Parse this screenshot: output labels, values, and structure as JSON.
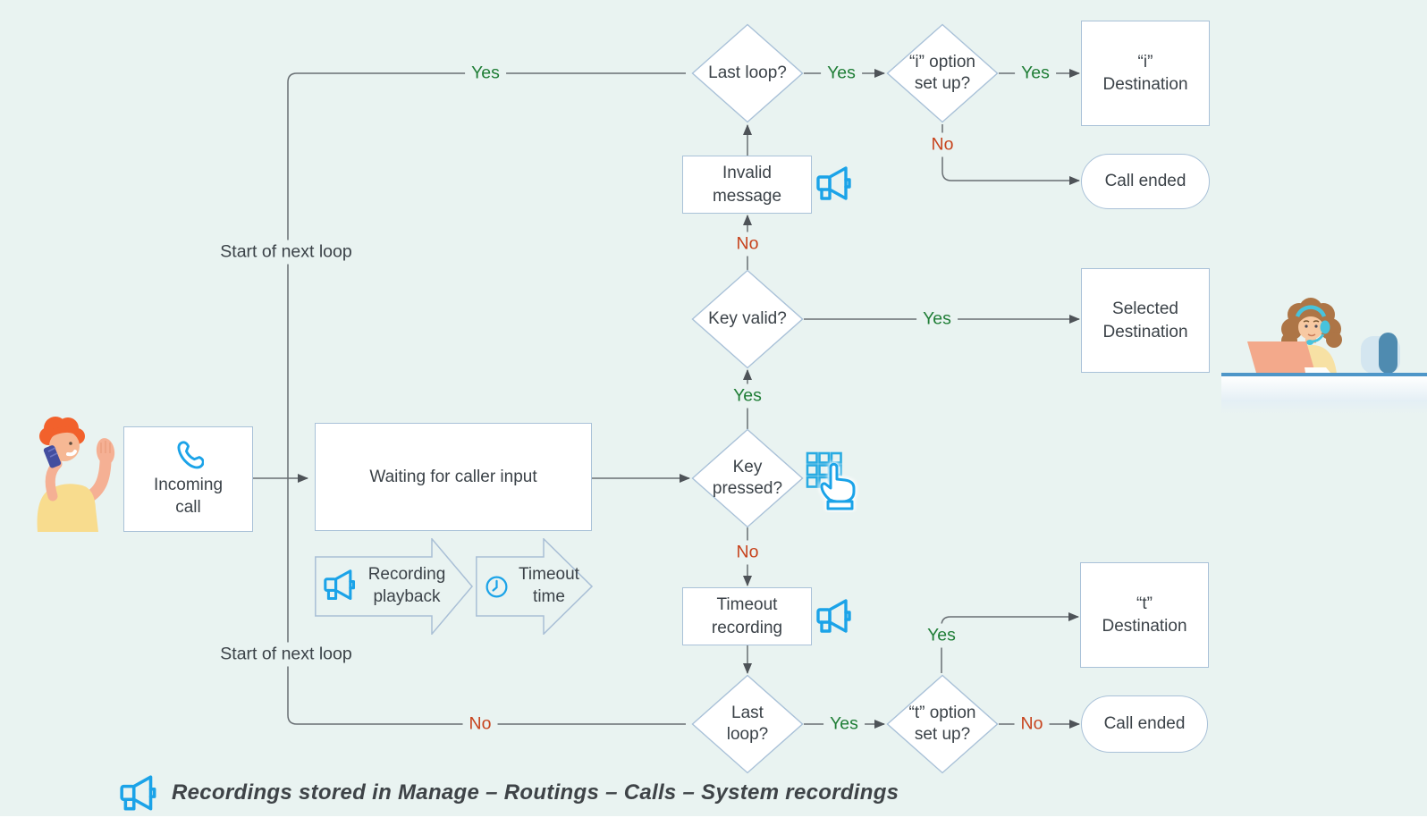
{
  "palette": {
    "background": "#e9f3f1",
    "node_fill": "#ffffff",
    "node_border": "#a9c1d8",
    "connector_gray": "#686e73",
    "text_dark": "#3b4248",
    "yes_green": "#1e7d35",
    "no_red": "#c7431d",
    "icon_blue": "#1ba3e8",
    "keypad_blue": "#29abe2",
    "desk_blue": "#4e96c8"
  },
  "nodes": {
    "incoming_call": {
      "label": "Incoming\ncall",
      "icon": "phone-icon"
    },
    "waiting": {
      "label": "Waiting for caller input"
    },
    "recording_playback": {
      "label": "Recording\nplayback",
      "icon": "megaphone-icon"
    },
    "timeout_time": {
      "label": "Timeout\ntime",
      "icon": "clock-icon"
    },
    "key_pressed": {
      "label": "Key\npressed?",
      "icon": "keypad-hand-icon"
    },
    "key_valid": {
      "label": "Key valid?"
    },
    "invalid_message": {
      "label": "Invalid\nmessage",
      "icon": "megaphone-icon"
    },
    "timeout_recording": {
      "label": "Timeout\nrecording",
      "icon": "megaphone-icon"
    },
    "last_loop_top": {
      "label": "Last loop?"
    },
    "i_option": {
      "label": "“i” option\nset up?"
    },
    "i_destination": {
      "label": "“i”\nDestination"
    },
    "call_ended_top": {
      "label": "Call ended"
    },
    "selected_destination": {
      "label": "Selected\nDestination"
    },
    "last_loop_bottom": {
      "label": "Last\nloop?"
    },
    "t_option": {
      "label": "“t” option\nset up?"
    },
    "t_destination": {
      "label": "“t”\nDestination"
    },
    "call_ended_bottom": {
      "label": "Call ended"
    }
  },
  "edge_labels": {
    "loop_top_yes": "Yes",
    "last_loop_top_yes": "Yes",
    "i_option_yes": "Yes",
    "i_option_no": "No",
    "key_valid_no": "No",
    "key_valid_yes": "Yes",
    "key_pressed_yes": "Yes",
    "key_pressed_no": "No",
    "loop_bottom_no": "No",
    "last_loop_bottom_yes": "Yes",
    "t_option_yes": "Yes",
    "t_option_no": "No",
    "start_of_next_loop_top": "Start of next loop",
    "start_of_next_loop_bottom": "Start of next loop"
  },
  "caption": {
    "icon": "megaphone-icon",
    "text": "Recordings stored in Manage – Routings – Calls – System recordings"
  }
}
